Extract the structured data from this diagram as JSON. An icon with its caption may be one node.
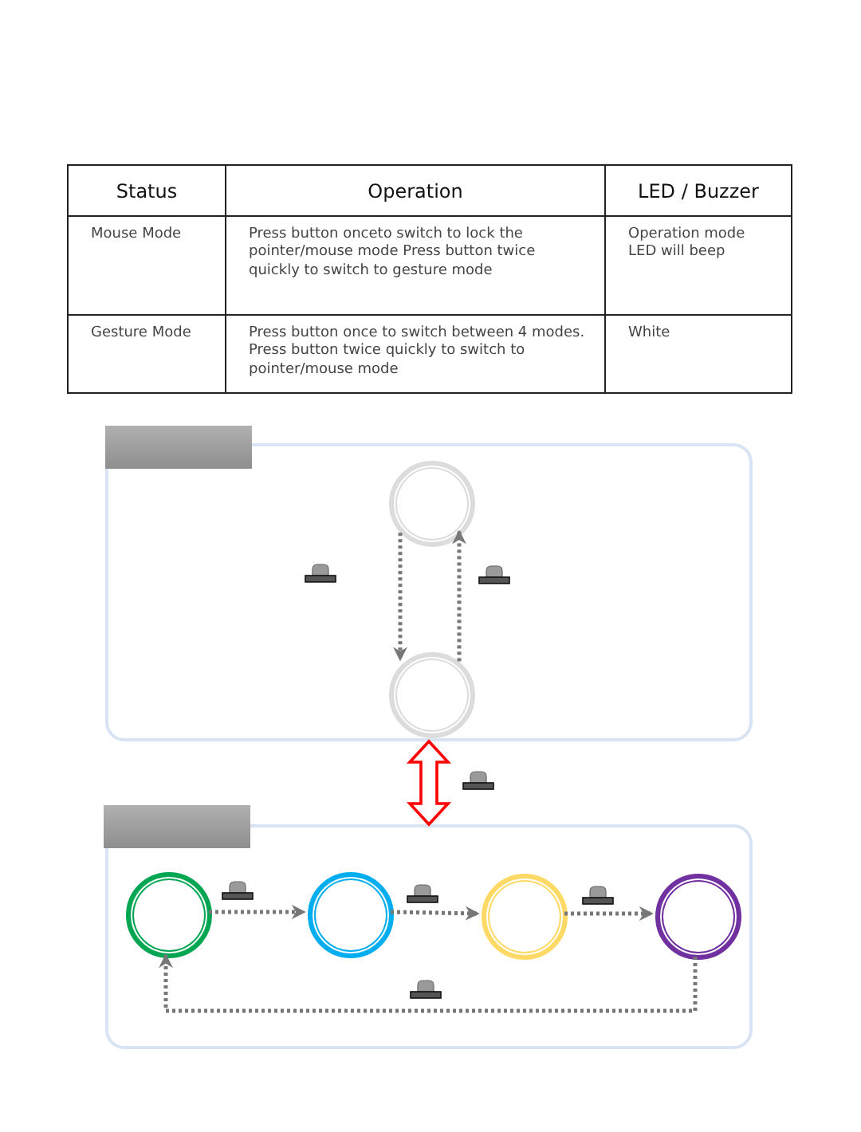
{
  "diagram": {
    "nodes": [
      {
        "text": [],
        "shape": "box"
      },
      {
        "text": [],
        "shape": "circle",
        "in": 0
      },
      {
        "text": [],
        "shape": "circle",
        "in": 0
      },
      {
        "text": [],
        "shape": "box"
      },
      {
        "text": [],
        "shape": "circle",
        "in": 3
      },
      {
        "text": [],
        "shape": "circle",
        "in": 3
      },
      {
        "text": [],
        "shape": "circle",
        "in": 3
      },
      {
        "text": [],
        "shape": "circle",
        "in": 3
      }
    ],
    "edges": [
      {
        "from": 1,
        "to": 2,
        "arrow": "to",
        "style": "dashed"
      },
      {
        "from": 2,
        "to": 1,
        "arrow": "to",
        "style": "dashed"
      },
      {
        "from": 0,
        "to": 3,
        "arrow": "both",
        "style": "thick",
        "color": "#ff0000"
      },
      {
        "from": 4,
        "to": 5,
        "arrow": "to",
        "style": "dashed"
      },
      {
        "from": 5,
        "to": 6,
        "arrow": "to",
        "style": "dashed"
      },
      {
        "from": 6,
        "to": 7,
        "arrow": "to",
        "style": "dashed"
      },
      {
        "from": 7,
        "to": 4,
        "arrow": "to",
        "style": "dashed"
      }
    ],
    "labels": [
      "Status",
      "Operation",
      "LED / Buzzer",
      "Mouse Mode",
      "Press button onceto switch to lock the pointer/mouse mode Press button twice quickly to switch to gesture mode",
      "Operation mode LED will beep",
      "Gesture Mode",
      "Press button once to switch between 4 modes. Press button twice quickly to switch to pointer/mouse mode",
      "White"
    ]
  }
}
